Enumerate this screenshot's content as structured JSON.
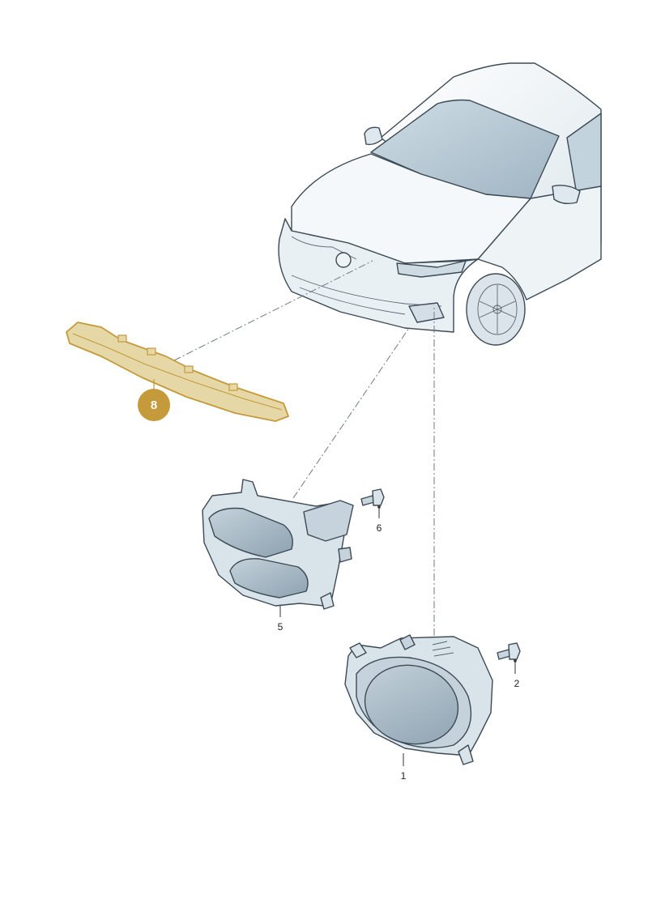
{
  "callouts": {
    "fog_light": "1",
    "fog_light_screw": "2",
    "drl_unit": "5",
    "drl_screw": "6",
    "trim_strip": "8"
  },
  "colors": {
    "highlight_fill": "#e6d7a6",
    "highlight_stroke": "#c49a3a",
    "badge": "#c49a3a",
    "part_fill": "#d9e3ea",
    "part_shade": "#b9c8d3",
    "line": "#3c4a55"
  }
}
